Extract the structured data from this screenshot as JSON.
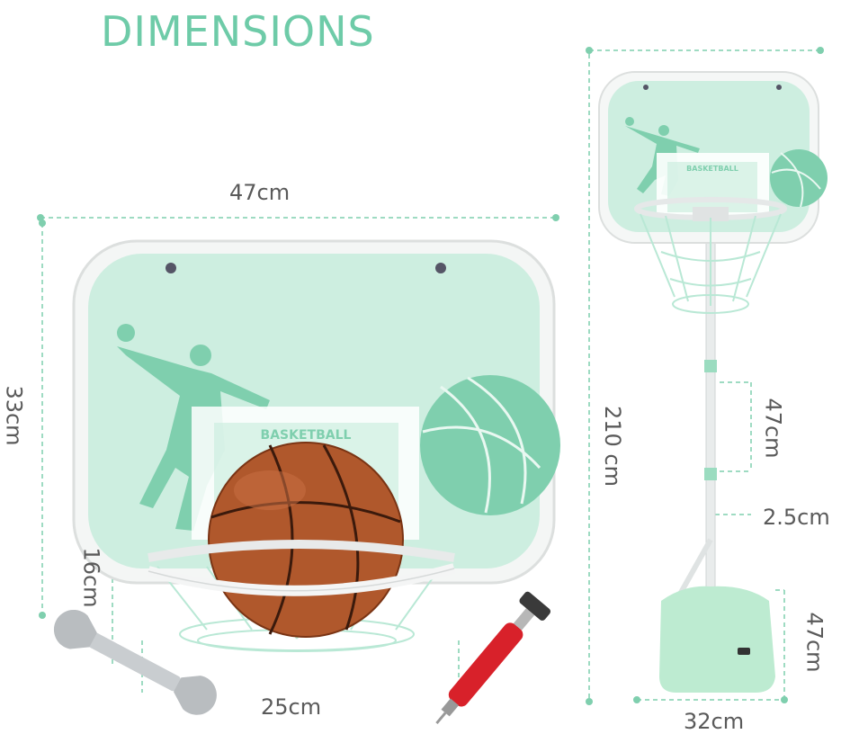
{
  "title": "DIMENSIONS",
  "backboard_label": "BASKETBALL",
  "dimensions": {
    "board_width": "47cm",
    "board_height": "33cm",
    "hoop_diameter": "25cm",
    "hoop_height": "16cm",
    "total_height": "210 cm",
    "pole_section": "47cm",
    "pole_diameter": "2.5cm",
    "base_height": "47cm",
    "base_width": "32cm"
  },
  "colors": {
    "accent": "#6ecba8",
    "board": "#cdeee0",
    "base": "#bdebd1",
    "ball": "#b0582c",
    "pump": "#d8212a"
  }
}
